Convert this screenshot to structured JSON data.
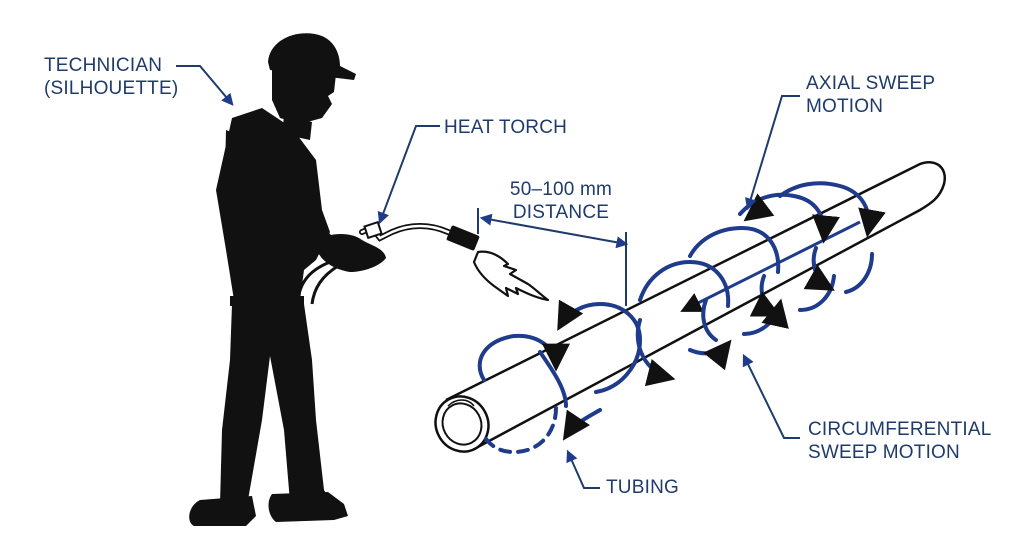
{
  "labels": {
    "technician": {
      "line1": "TECHNICIAN",
      "line2": "(SILHOUETTE)"
    },
    "heat_torch": "HEAT TORCH",
    "distance": {
      "line1": "50–100 mm",
      "line2": "DISTANCE"
    },
    "axial_sweep": {
      "line1": "AXIAL SWEEP",
      "line2": "MOTION"
    },
    "circumferential_sweep": {
      "line1": "CIRCUMFERENTIAL",
      "line2": "SWEEP MOTION"
    },
    "tubing": "TUBING"
  },
  "colors": {
    "ink": "#111111",
    "accent_blue": "#1f3b8c",
    "label_text": "#1f3b6b",
    "background": "#ffffff"
  },
  "icons": {
    "technician": "person-silhouette-icon",
    "torch": "torch-icon",
    "flame": "flame-icon",
    "tube": "tube-icon"
  }
}
